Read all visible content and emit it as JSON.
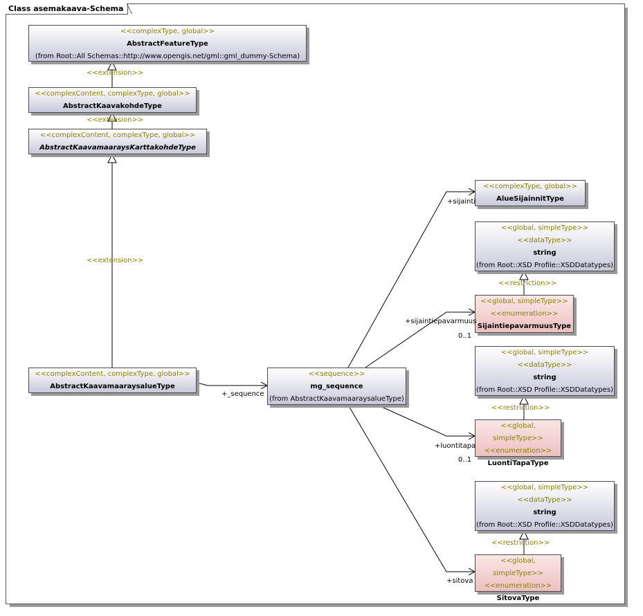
{
  "frame": {
    "title": "Class asemakaava-Schema"
  },
  "classes": {
    "abstract_feature": {
      "stereotype": "<<complexType, global>>",
      "name": "AbstractFeatureType",
      "from": "(from Root::All Schemas::http://www.opengis.net/gml::gml_dummy-Schema)"
    },
    "abstract_kaavakohde": {
      "stereotype": "<<complexContent, complexType, global>>",
      "name": "AbstractKaavakohdeType"
    },
    "abstract_karttakohde": {
      "stereotype": "<<complexContent, complexType, global>>",
      "name": "AbstractKaavamaaraysKarttakohdeType"
    },
    "abstract_alue": {
      "stereotype": "<<complexContent, complexType, global>>",
      "name": "AbstractKaavamaaraysalueType"
    },
    "mg_sequence": {
      "stereotype": "<<sequence>>",
      "name": "mg_sequence",
      "from": "(from AbstractKaavamaaraysalueType)"
    },
    "alue_sijainnit": {
      "stereotype": "<<complexType, global>>",
      "name": "AlueSijainnitType"
    },
    "string1": {
      "stereotype": "<<global, simpleType>>",
      "stereotype2": "<<dataType>>",
      "name": "string",
      "from": "(from Root::XSD Profile::XSDDatatypes)"
    },
    "sijaintiepavarmuus": {
      "stereotype": "<<global, simpleType>>",
      "stereotype2": "<<enumeration>>",
      "name": "SijaintiepavarmuusType"
    },
    "string2": {
      "stereotype": "<<global, simpleType>>",
      "stereotype2": "<<dataType>>",
      "name": "string",
      "from": "(from Root::XSD Profile::XSDDatatypes)"
    },
    "luontitapa": {
      "stereotype": "<<global, simpleType>>",
      "stereotype2": "<<enumeration>>",
      "name": "LuontiTapaType"
    },
    "string3": {
      "stereotype": "<<global, simpleType>>",
      "stereotype2": "<<dataType>>",
      "name": "string",
      "from": "(from Root::XSD Profile::XSDDatatypes)"
    },
    "sitova": {
      "stereotype": "<<global, simpleType>>",
      "stereotype2": "<<enumeration>>",
      "name": "SitovaType"
    }
  },
  "labels": {
    "extension1": "<<extension>>",
    "extension2": "<<extension>>",
    "extension3": "<<extension>>",
    "restriction1": "<<restriction>>",
    "restriction2": "<<restriction>>",
    "restriction3": "<<restriction>>",
    "sequence_role": "+_sequence",
    "sijainti_role": "+sijainti",
    "sijaintiepavarmuus_role": "+sijaintiepavarmuus",
    "sijaintiepavarmuus_mult": "0..1",
    "luontitapa_role": "+luontitapa",
    "luontitapa_mult": "0..1",
    "sitova_role": "+sitova"
  }
}
